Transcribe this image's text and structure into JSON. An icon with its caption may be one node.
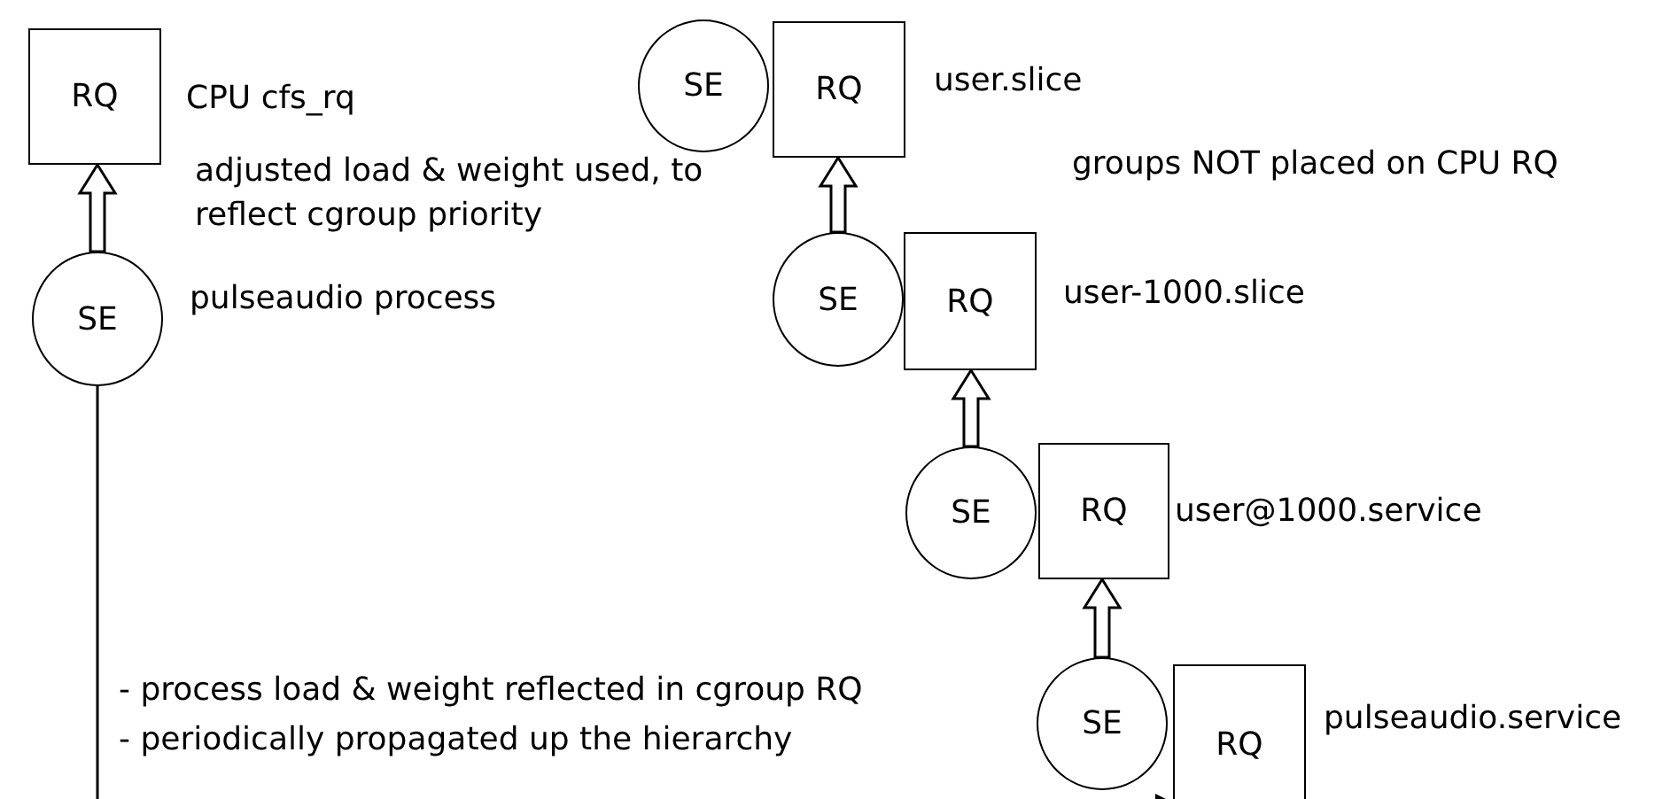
{
  "diagram": {
    "nodes": [
      {
        "text": [
          "RQ"
        ],
        "beside": [
          "CPU cfs_rq"
        ]
      },
      {
        "text": [
          "SE"
        ],
        "beside": [
          "pulseaudio process"
        ]
      },
      {
        "text": [
          "SE"
        ]
      },
      {
        "text": [
          "RQ"
        ],
        "beside": [
          "user.slice"
        ]
      },
      {
        "text": [
          "SE"
        ]
      },
      {
        "text": [
          "RQ"
        ],
        "beside": [
          "user-1000.slice"
        ]
      },
      {
        "text": [
          "SE"
        ]
      },
      {
        "text": [
          "RQ"
        ],
        "beside": [
          "user@1000.service"
        ]
      },
      {
        "text": [
          "SE"
        ]
      },
      {
        "text": [
          "RQ"
        ],
        "beside": [
          "pulseaudio.service"
        ]
      }
    ],
    "edges": [
      {
        "from": 1,
        "to": 0,
        "arrow": "to",
        "style": "thick",
        "label": "adjusted load & weight used, to reflect cgroup priority"
      },
      {
        "from": 4,
        "to": 3,
        "arrow": "to",
        "style": "thick"
      },
      {
        "from": 6,
        "to": 5,
        "arrow": "to",
        "style": "thick"
      },
      {
        "from": 8,
        "to": 7,
        "arrow": "to",
        "style": "thick"
      },
      {
        "from": 1,
        "to": 9,
        "arrow": "to"
      }
    ],
    "labels": [
      "groups NOT placed on CPU RQ",
      "- process load & weight reflected in cgroup RQ",
      "- periodically propagated up the hierarchy"
    ]
  }
}
